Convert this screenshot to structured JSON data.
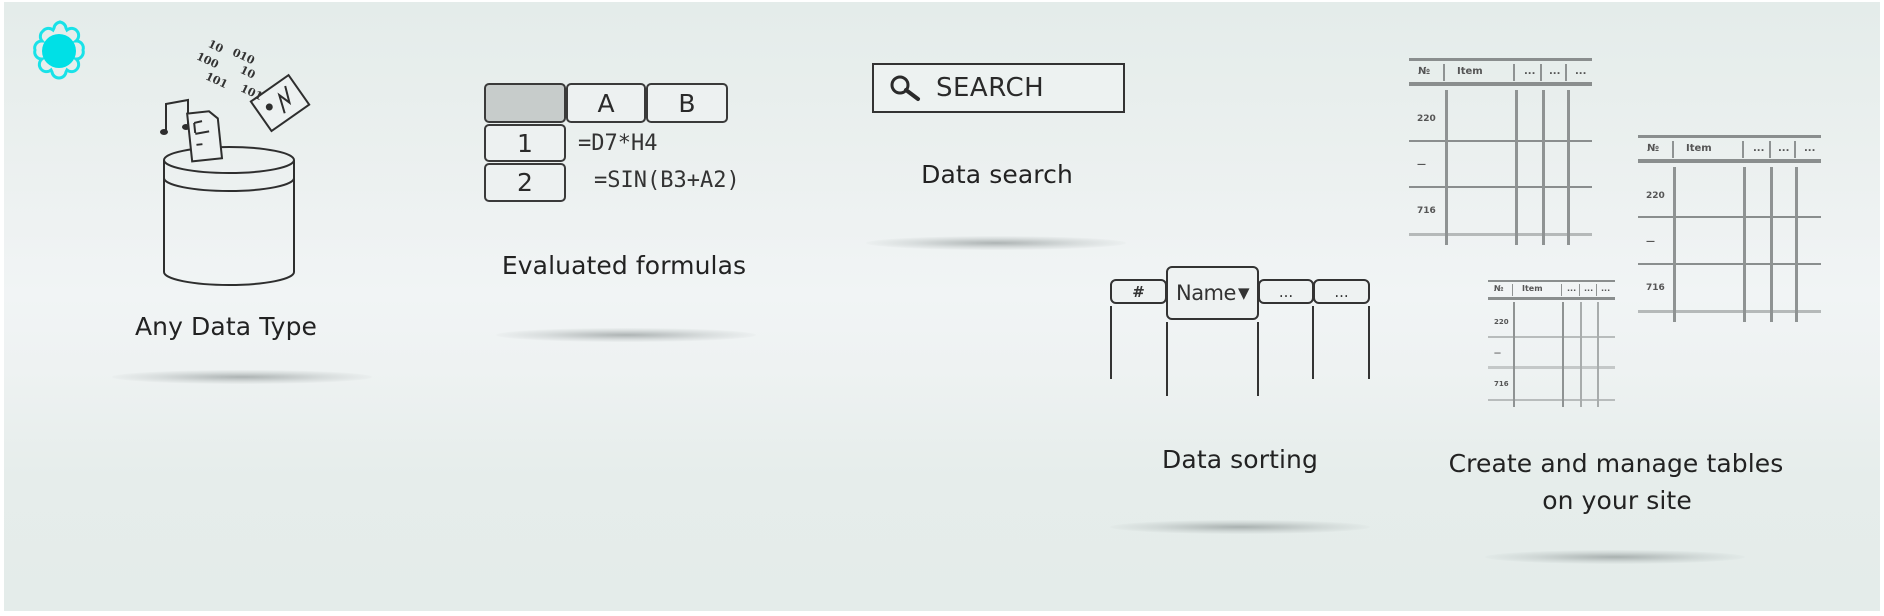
{
  "gear_icon": {
    "name": "gear-icon",
    "color": "#00e0e6"
  },
  "features": [
    {
      "id": "any-data-type",
      "label": "Any Data Type",
      "binary_snippets": [
        "10",
        "010",
        "100",
        "10",
        "101",
        "101"
      ]
    },
    {
      "id": "evaluated-formulas",
      "label": "Evaluated formulas",
      "grid": {
        "columns": [
          "A",
          "B"
        ],
        "rows": [
          {
            "num": "1",
            "formula": "=D7*H4"
          },
          {
            "num": "2",
            "formula": "=SIN(B3+A2)"
          }
        ]
      }
    },
    {
      "id": "data-search",
      "label": "Data search",
      "search": {
        "placeholder": "SEARCH",
        "icon": "search-icon"
      }
    },
    {
      "id": "data-sorting",
      "label": "Data sorting",
      "headers": [
        "#",
        "Name",
        "...",
        "..."
      ],
      "sort_indicator": "▼"
    },
    {
      "id": "manage-tables",
      "label_line1": "Create and manage tables",
      "label_line2": "on your site",
      "mini_table": {
        "headers": [
          "№",
          "Item",
          "...",
          "...",
          "..."
        ],
        "row_values": [
          "220",
          "—",
          "716"
        ]
      }
    }
  ],
  "colors": {
    "accent": "#00e0e6",
    "ink": "#2a2a2a",
    "bg": "#e4ecea"
  }
}
